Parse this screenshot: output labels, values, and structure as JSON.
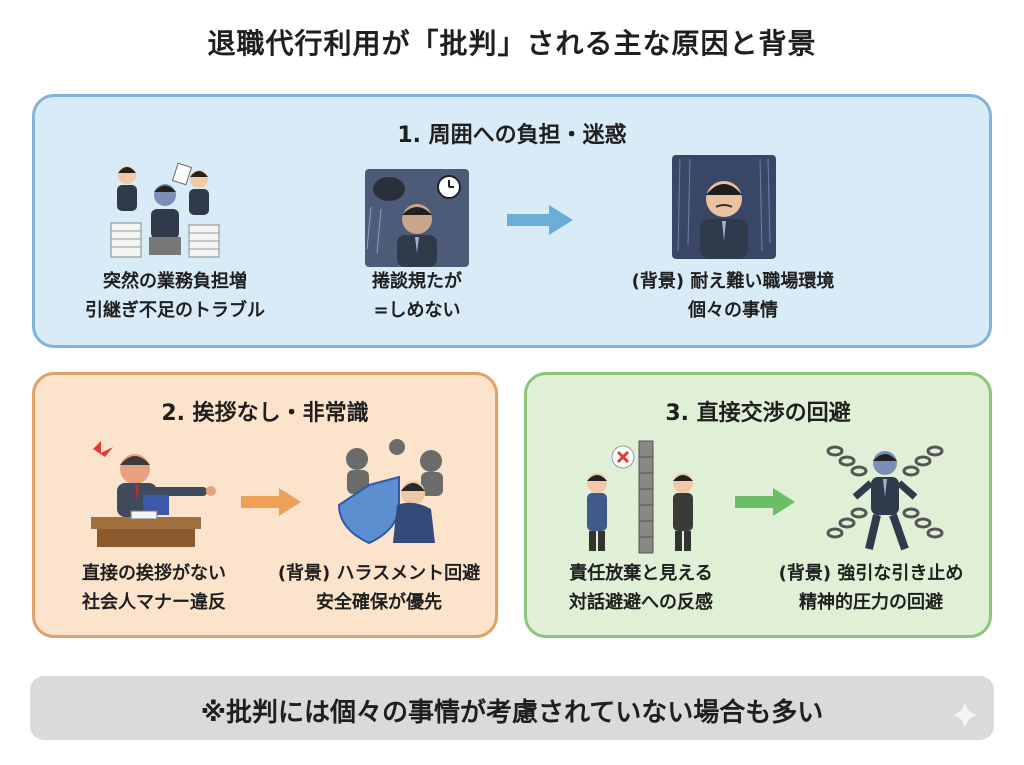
{
  "title": "退職代行利用が「批判」される主な原因と背景",
  "sections": [
    {
      "heading": "1. 周囲への負担・迷惑",
      "captions": [
        [
          "突然の業務負担増",
          "引継ぎ不足のトラブル"
        ],
        [
          "捲談規たが",
          "=しめない"
        ],
        [
          "(背景) 耐え難い職場環境",
          "個々の事情"
        ]
      ]
    },
    {
      "heading": "2. 挨拶なし・非常識",
      "captions": [
        [
          "直接の挨拶がない",
          "社会人マナー違反"
        ],
        [
          "(背景) ハラスメント回避",
          "安全確保が優先"
        ]
      ]
    },
    {
      "heading": "3. 直接交渉の回避",
      "captions": [
        [
          "責任放棄と見える",
          "対話避避への反感"
        ],
        [
          "(背景) 強引な引き止め",
          "精神的圧力の回避"
        ]
      ]
    }
  ],
  "footer": "※批判には個々の事情が考慮されていない場合も多い",
  "colors": {
    "panel1_bg": "#d9ebf7",
    "panel1_border": "#7fb3d8",
    "panel2_bg": "#fbe3cc",
    "panel2_border": "#e3a066",
    "panel3_bg": "#dff0d6",
    "panel3_border": "#8cc57c",
    "arrow_blue": "#6aaed8",
    "arrow_orange": "#eea156",
    "arrow_green": "#6bbd66"
  }
}
